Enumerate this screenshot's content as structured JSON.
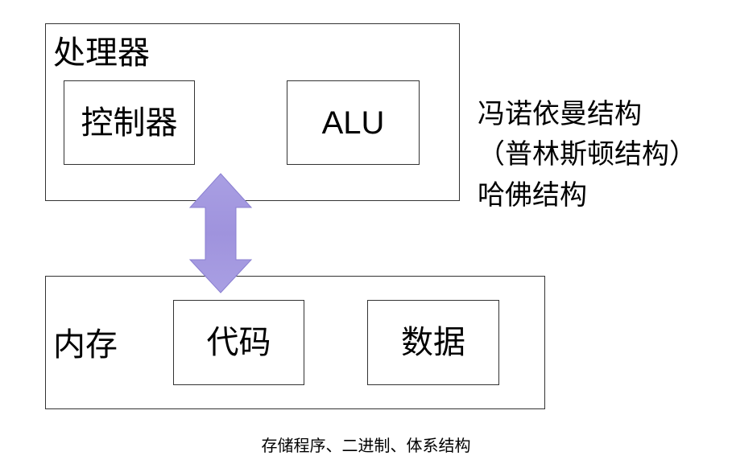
{
  "processor": {
    "title": "处理器",
    "controller": "控制器",
    "alu": "ALU"
  },
  "memory": {
    "title": "内存",
    "code": "代码",
    "data": "数据"
  },
  "architectures": {
    "line1": "冯诺依曼结构",
    "line2": "（普林斯顿结构）",
    "line3": "哈佛结构"
  },
  "caption": "存储程序、二进制、体系结构",
  "colors": {
    "arrow_fill": "#9f93dd",
    "arrow_stroke": "#8a7fd1",
    "box_border": "#333333"
  }
}
